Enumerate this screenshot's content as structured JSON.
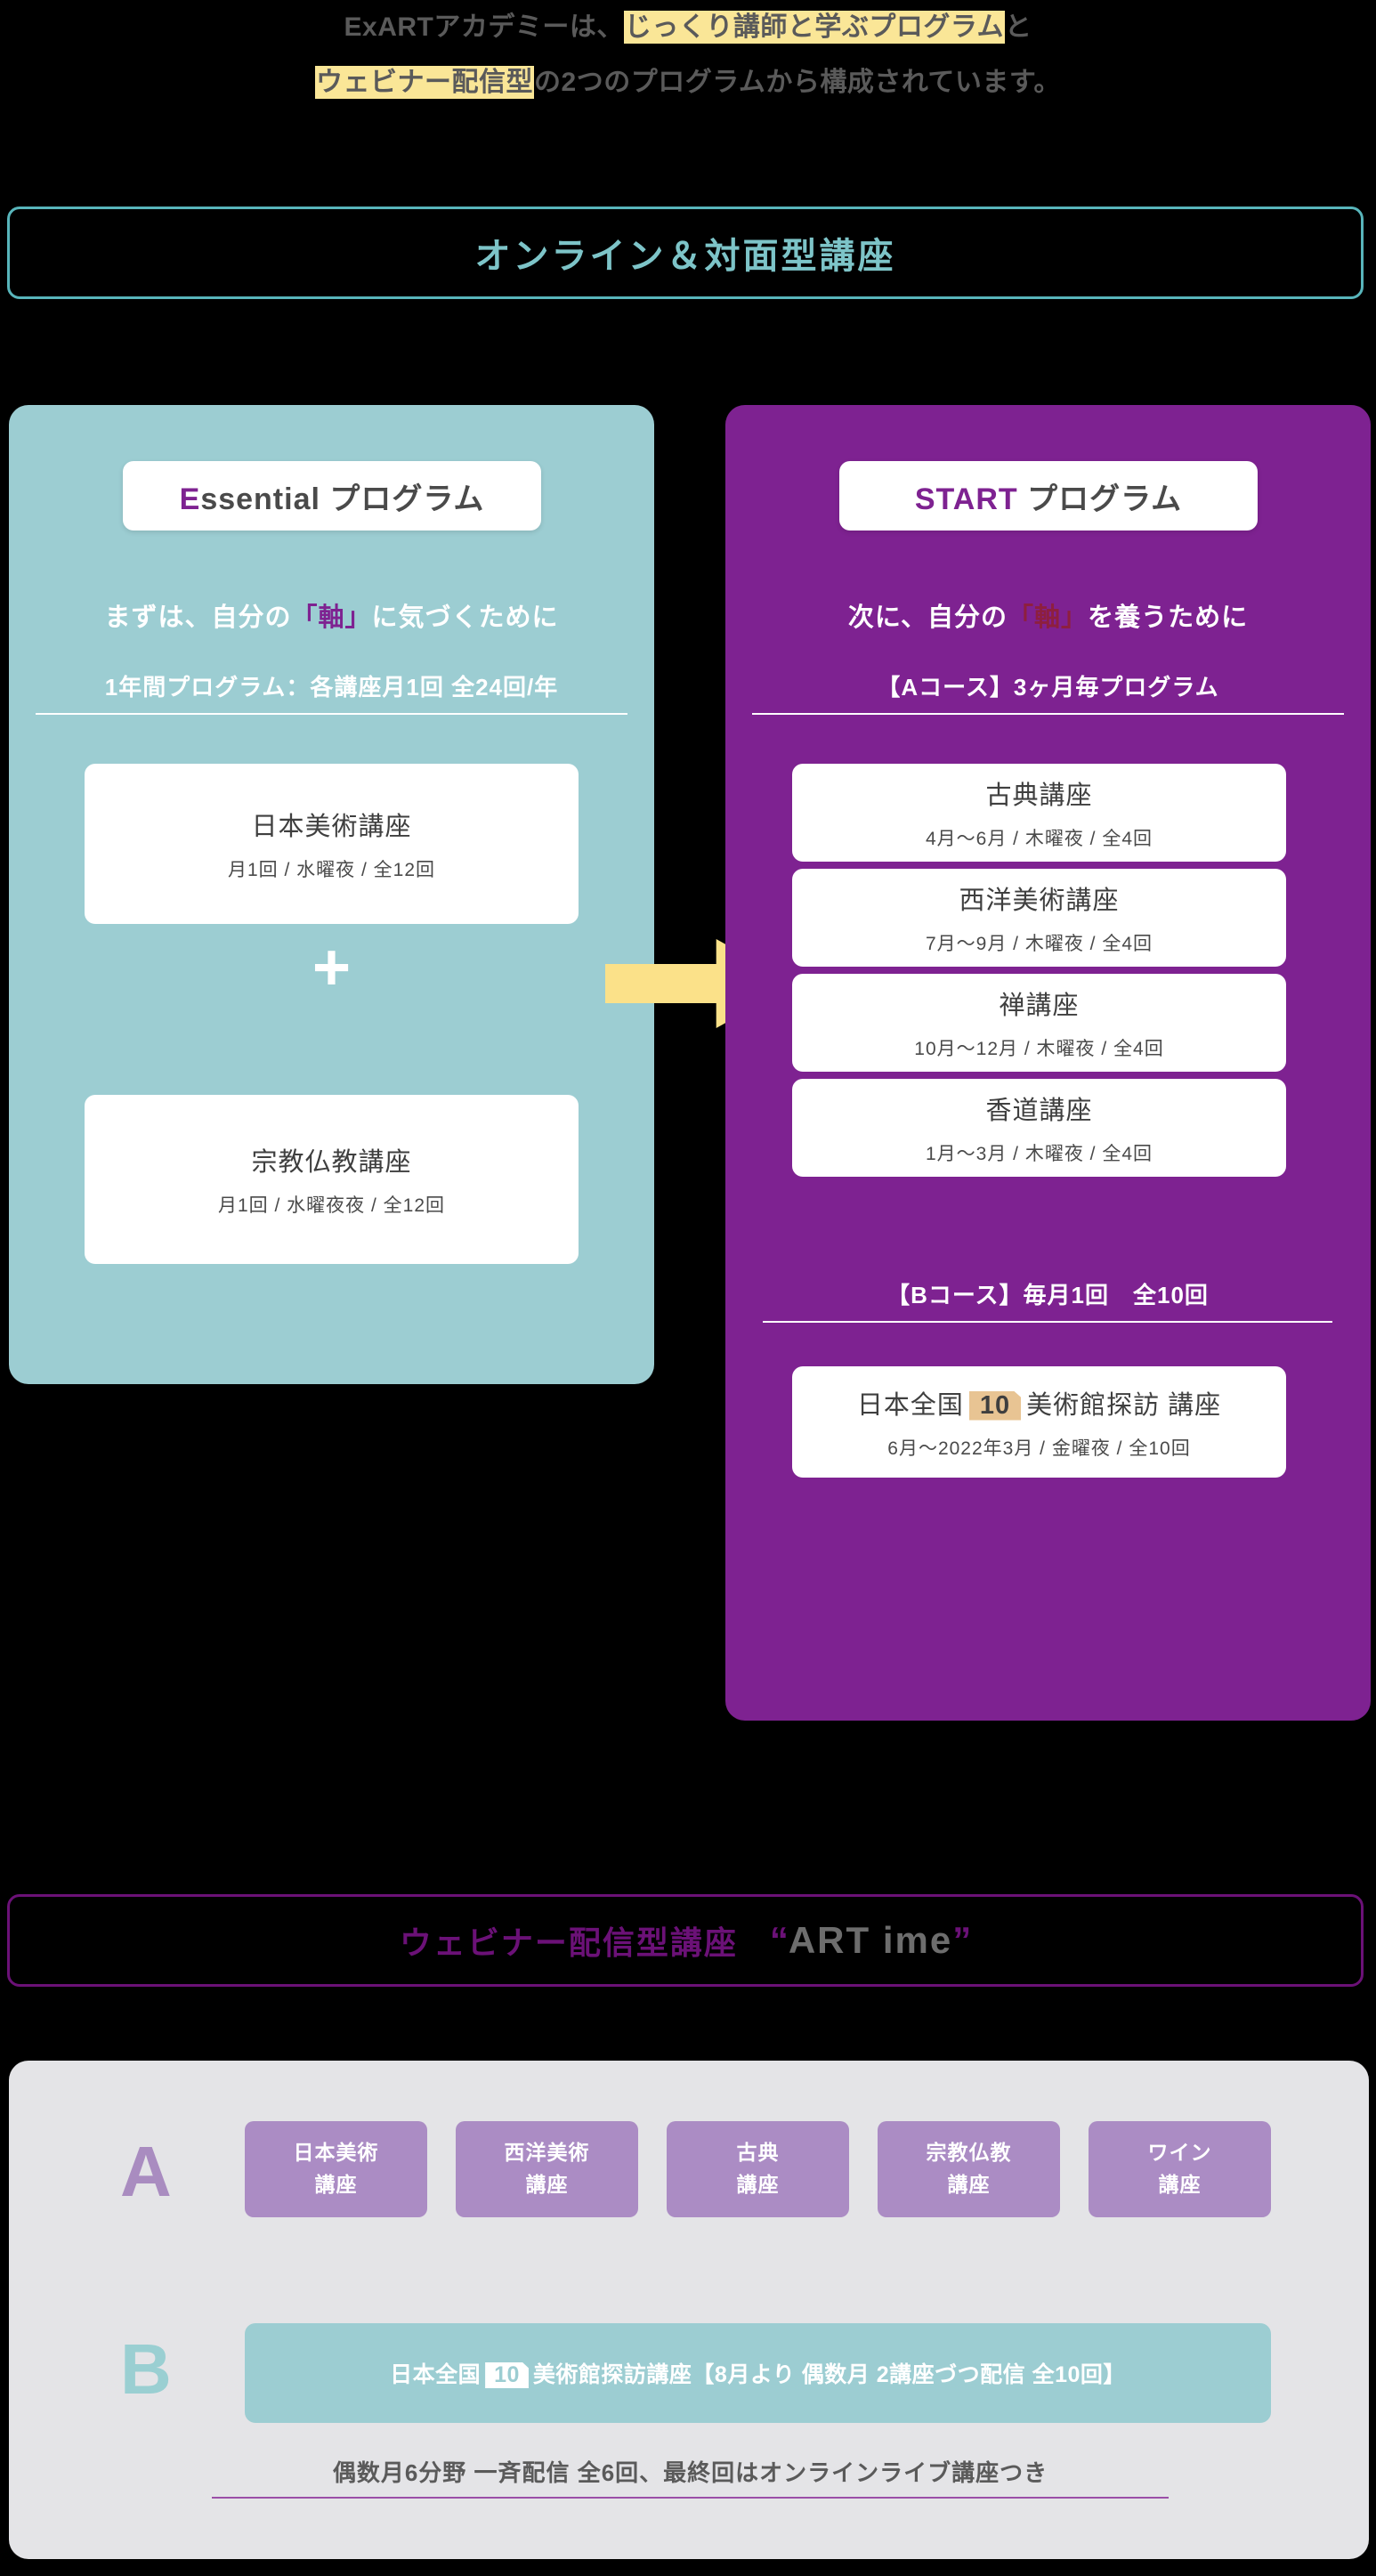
{
  "intro": {
    "line1_a": "ExARTアカデミーは、",
    "line1_hl": "じっくり講師と学ぶプログラム",
    "line1_b": "と",
    "line2_hl": "ウェビナー配信型",
    "line2_b": "の2つのプログラムから構成されています。"
  },
  "banner_online": {
    "title": "オンライン＆対面型講座"
  },
  "essential": {
    "pill_accent": "E",
    "pill_rest": "ssential プログラム",
    "tagline_a": "まずは、自分の",
    "tagline_q": "「軸」",
    "tagline_b": "に気づくために",
    "subhead": "1年間プログラム：各講座月1回 全24回/年",
    "plus": "+",
    "cards": [
      {
        "title": "日本美術講座",
        "meta": "月1回 / 水曜夜 / 全12回"
      },
      {
        "title": "宗教仏教講座",
        "meta": "月1回 / 水曜夜夜 / 全12回"
      }
    ]
  },
  "start": {
    "pill_accent": "START",
    "pill_rest": " プログラム",
    "tagline_a": "次に、自分の",
    "tagline_q": "「軸」",
    "tagline_b": "を養うために",
    "course_a_subhead": "【Aコース】3ヶ月毎プログラム",
    "course_a_cards": [
      {
        "title": "古典講座",
        "meta": "4月〜6月 / 木曜夜 / 全4回"
      },
      {
        "title": "西洋美術講座",
        "meta": "7月〜9月 / 木曜夜 / 全4回"
      },
      {
        "title": "禅講座",
        "meta": "10月〜12月 / 木曜夜 / 全4回"
      },
      {
        "title": "香道講座",
        "meta": "1月〜3月 / 木曜夜 / 全4回"
      }
    ],
    "course_b_subhead": "【Bコース】毎月1回　全10回",
    "course_b_card": {
      "title_pre": "日本全国",
      "title_badge": "10",
      "title_post": "美術館探訪 講座",
      "meta": "6月〜2022年3月 / 金曜夜 / 全10回"
    }
  },
  "banner_webinar": {
    "label": "ウェビナー配信型講座",
    "quote_open": "“",
    "brand": "ART ime",
    "quote_close": "”"
  },
  "webinar_detail": {
    "row_a_letter": "A",
    "row_a_chips": [
      {
        "l1": "日本美術",
        "l2": "講座"
      },
      {
        "l1": "西洋美術",
        "l2": "講座"
      },
      {
        "l1": "古典",
        "l2": "講座"
      },
      {
        "l1": "宗教仏教",
        "l2": "講座"
      },
      {
        "l1": "ワイン",
        "l2": "講座"
      }
    ],
    "row_b_letter": "B",
    "row_b_pre": "日本全国",
    "row_b_badge": "10",
    "row_b_post": "美術館探訪講座【8月より 偶数月 2講座づつ配信 全10回】",
    "footnote": "偶数月6分野 一斉配信 全6回、最終回はオンラインライブ講座つき"
  },
  "colors": {
    "teal": "#9ccdd2",
    "teal_border": "#58b5bb",
    "purple": "#7e2291",
    "purple_border": "#6b1177",
    "chip_purple": "#ab8cc4",
    "highlight_yellow": "#fae697",
    "arrow_yellow": "#fbe189",
    "badge_tan": "#e8c493",
    "gray_panel": "#e4e4e7",
    "text_gray": "#5a5a5a"
  }
}
